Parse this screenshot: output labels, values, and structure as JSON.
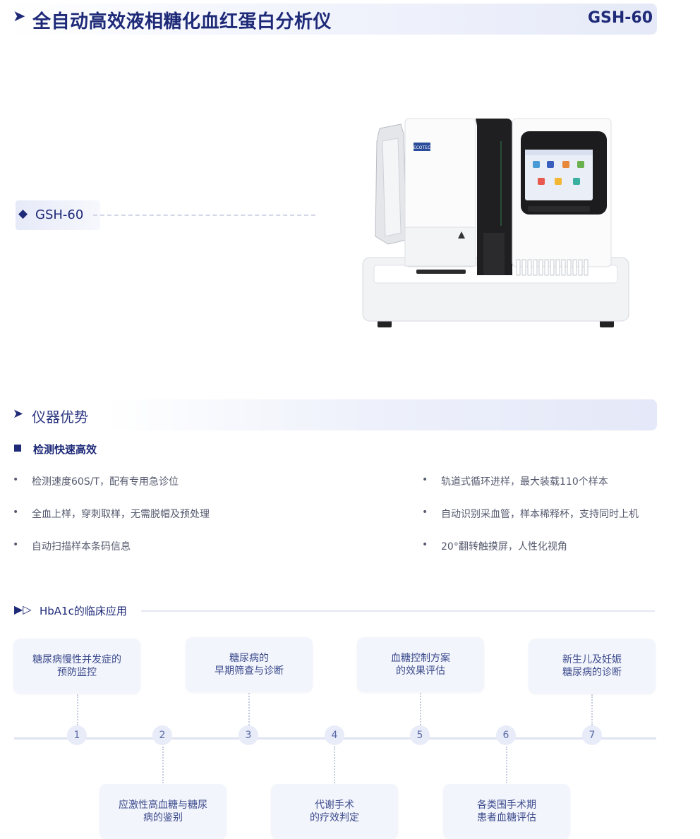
{
  "header": {
    "title": "全自动高效液相糖化血红蛋白分析仪",
    "model": "GSH-60"
  },
  "model_tag": {
    "label": "GSH-60"
  },
  "device": {
    "brand_label": "ECOTEC"
  },
  "advantages": {
    "section_title": "仪器优势",
    "subheading": "检测快速高效",
    "features_left": [
      "检测速度60S/T，配有专用急诊位",
      "全血上样，穿刺取样，无需脱帽及预处理",
      "自动扫描样本条码信息"
    ],
    "features_right": [
      "轨道式循环进样，最大装载110个样本",
      "自动识别采血管，样本稀释杯，支持同时上机",
      "20°翻转触摸屏，人性化视角"
    ]
  },
  "clinical": {
    "title": "HbA1c的临床应用",
    "nodes": [
      "1",
      "2",
      "3",
      "4",
      "5",
      "6",
      "7"
    ],
    "cards": [
      "糖尿病慢性并发症的\n预防监控",
      "应激性高血糖与糖尿\n病的鉴别",
      "糖尿病的\n早期筛查与诊断",
      "代谢手术\n的疗效判定",
      "血糖控制方案\n的效果评估",
      "各类围手术期\n患者血糖评估",
      "新生儿及妊娠\n糖尿病的诊断"
    ]
  },
  "colors": {
    "primary": "#1e2a78",
    "card_bg": "#f3f5fc",
    "timeline": "#dfe4f1"
  }
}
